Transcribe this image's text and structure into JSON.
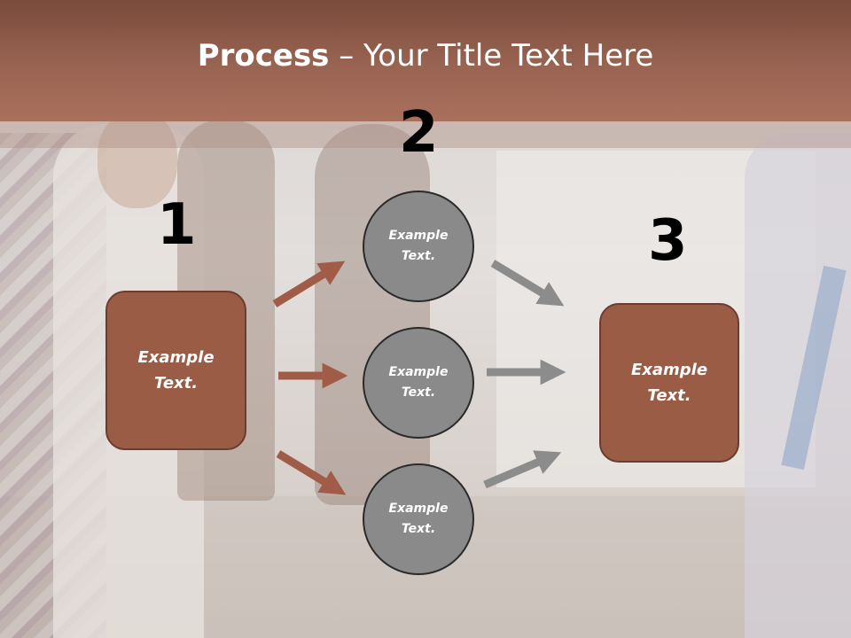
{
  "header": {
    "title_bold": "Process",
    "title_rest": " – Your Title Text Here"
  },
  "steps": {
    "one": "1",
    "two": "2",
    "three": "3"
  },
  "boxes": {
    "left": {
      "line1": "Example",
      "line2": "Text."
    },
    "right": {
      "line1": "Example",
      "line2": "Text."
    }
  },
  "circles": [
    {
      "line1": "Example",
      "line2": "Text."
    },
    {
      "line1": "Example",
      "line2": "Text."
    },
    {
      "line1": "Example",
      "line2": "Text."
    }
  ],
  "colors": {
    "header": "#9a6452",
    "box_fill": "#9b5c46",
    "circle_fill": "#8a8a8a",
    "arrow_brown": "#a05c46",
    "arrow_gray": "#8c8c8c"
  }
}
